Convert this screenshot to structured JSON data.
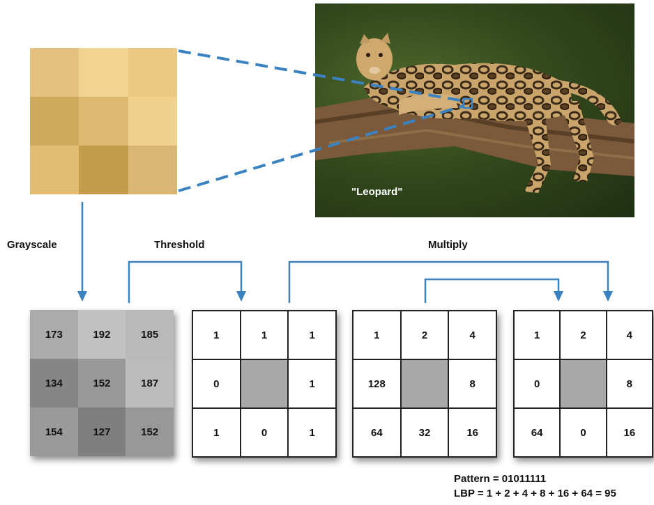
{
  "labels": {
    "grayscale": "Grayscale",
    "threshold": "Threshold",
    "multiply": "Multiply"
  },
  "photo": {
    "caption": "\"Leopard\""
  },
  "color_patch": {
    "colors": [
      "#e4c17e",
      "#f0d48f",
      "#ecc983",
      "#cdaa5c",
      "#dcb871",
      "#f0d28d",
      "#e2bc73",
      "#c49b4b",
      "#d9b772"
    ]
  },
  "grayscale_grid": {
    "values": [
      "173",
      "192",
      "185",
      "134",
      "152",
      "187",
      "154",
      "127",
      "152"
    ],
    "colors": [
      "#ababab",
      "#c0c0c0",
      "#b9b9b9",
      "#868686",
      "#989898",
      "#bbbbbb",
      "#9a9a9a",
      "#7f7f7f",
      "#989898"
    ]
  },
  "threshold_grid": {
    "values": [
      "1",
      "1",
      "1",
      "0",
      "",
      "1",
      "1",
      "0",
      "1"
    ]
  },
  "weights_grid": {
    "values": [
      "1",
      "2",
      "4",
      "128",
      "",
      "8",
      "64",
      "32",
      "16"
    ]
  },
  "result_grid": {
    "values": [
      "1",
      "2",
      "4",
      "0",
      "",
      "8",
      "64",
      "0",
      "16"
    ]
  },
  "formula": {
    "pattern": "Pattern = 01011111",
    "lbp": "LBP = 1 + 2 + 4 + 8 + 16 + 64 = 95"
  },
  "colors": {
    "arrow_blue": "#3a82c0",
    "center_gray": "#a8a8a8",
    "border": "#222222"
  }
}
